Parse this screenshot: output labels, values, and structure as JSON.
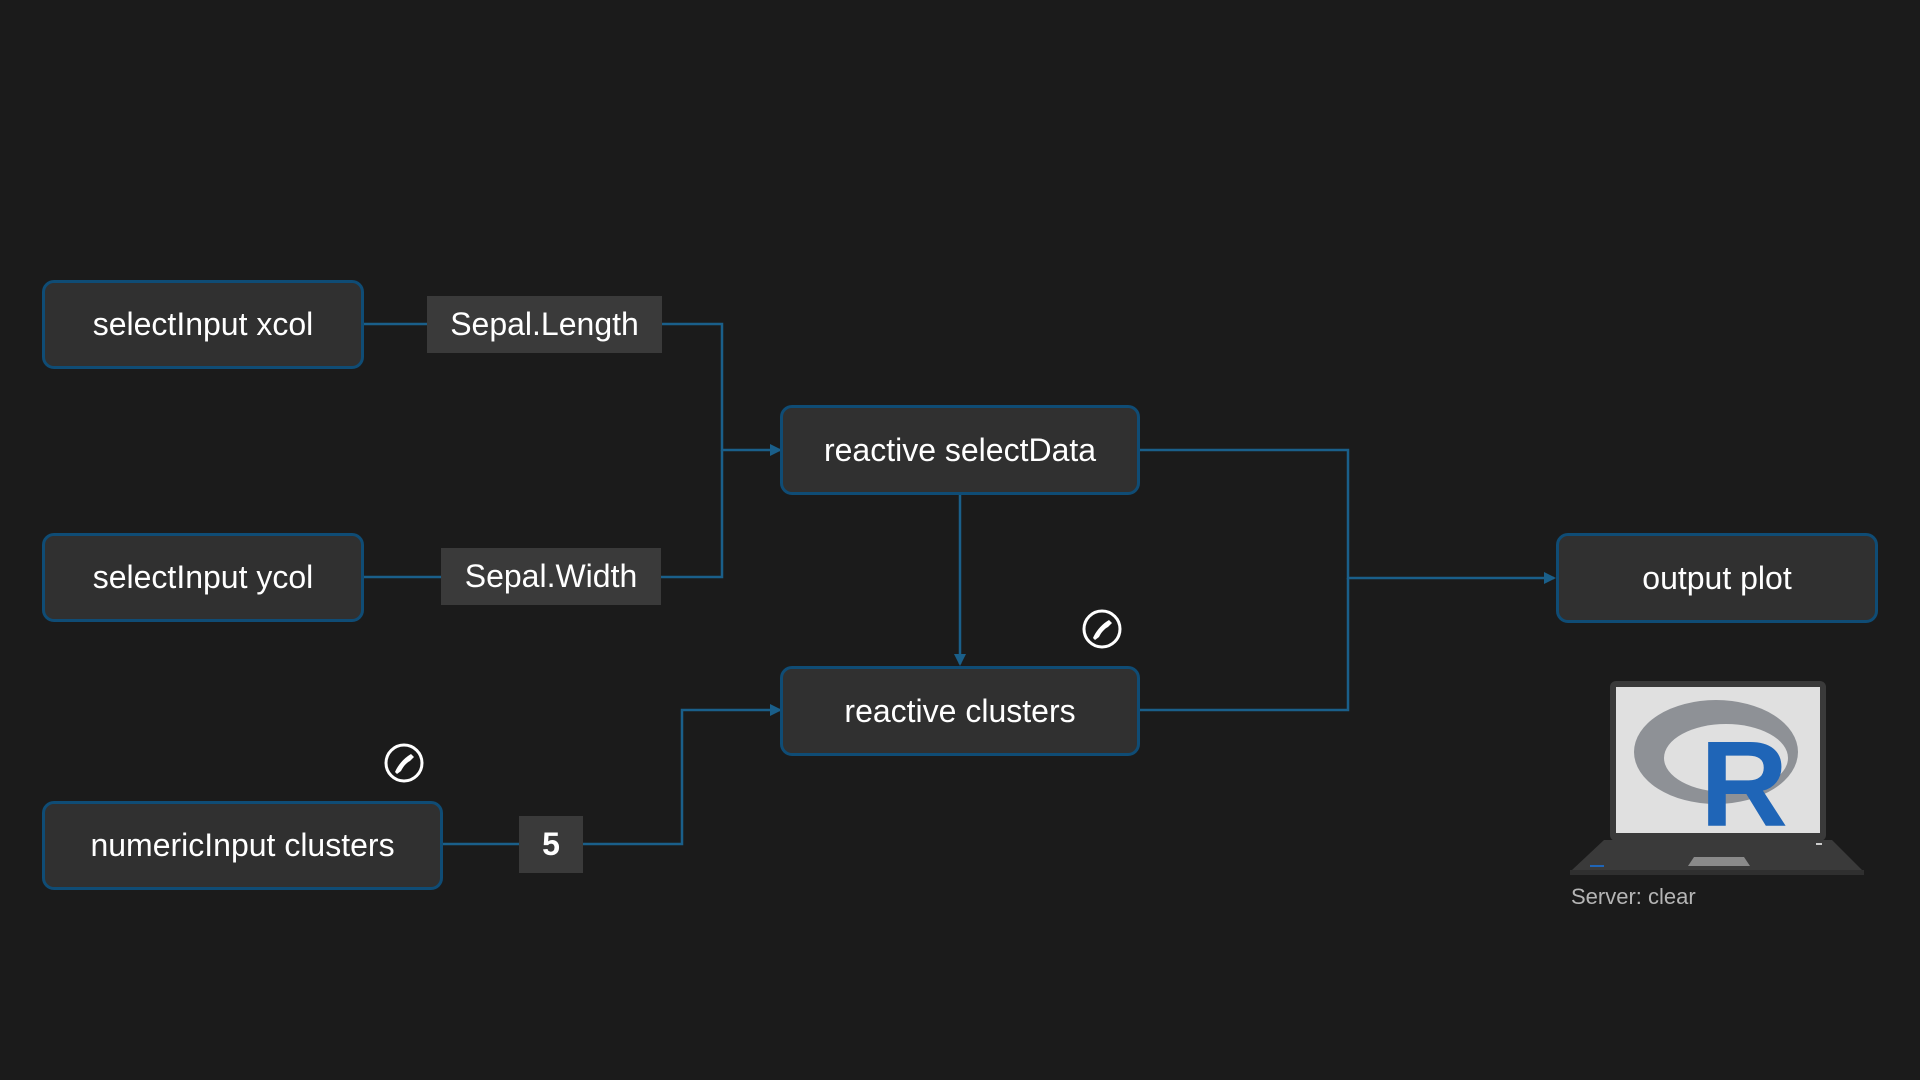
{
  "nodes": {
    "select_xcol": "selectInput xcol",
    "select_ycol": "selectInput ycol",
    "numeric_clusters": "numericInput clusters",
    "reactive_selectdata": "reactive selectData",
    "reactive_clusters": "reactive clusters",
    "output_plot": "output plot"
  },
  "values": {
    "xcol": "Sepal.Length",
    "ycol": "Sepal.Width",
    "clusters": "5"
  },
  "icons": {
    "phone_icon": "phone-icon",
    "logo": "r-logo"
  },
  "server": {
    "label": "Server: clear",
    "logo_text": "R"
  },
  "colors": {
    "background": "#1b1b1b",
    "node_fill": "#303030",
    "node_border": "#0f4c75",
    "wire": "#1a5f8a",
    "r_blue": "#1f65b7"
  }
}
